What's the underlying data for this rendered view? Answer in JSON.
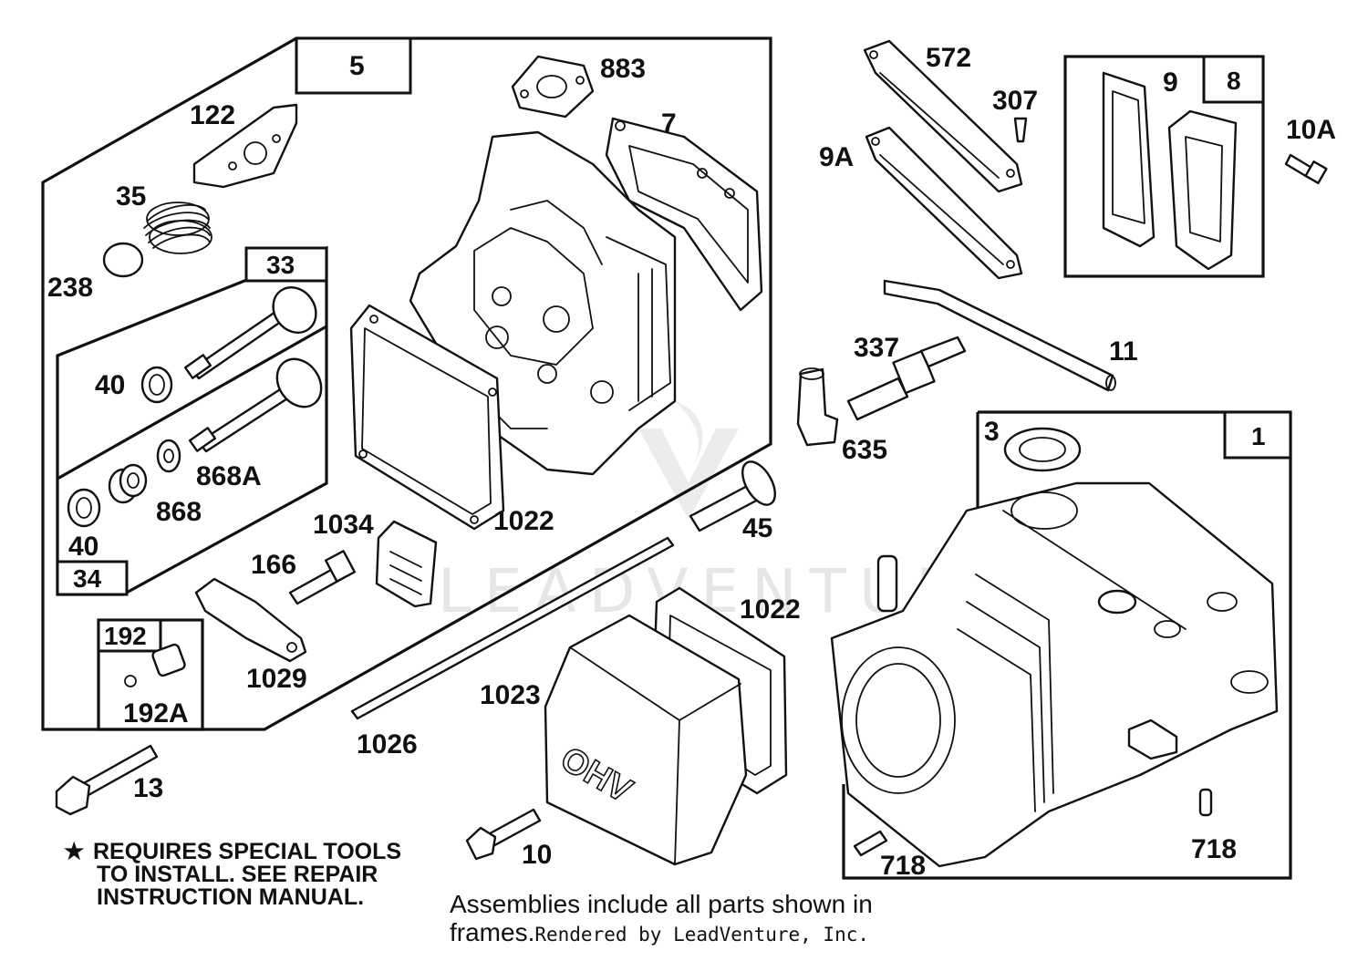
{
  "watermark": {
    "text": "LEADVENTURE"
  },
  "frame_labels": {
    "f5": "5",
    "f33": "33",
    "f34": "34",
    "f192": "192",
    "f8": "8",
    "f1": "1"
  },
  "part_labels": {
    "p883": "883",
    "p7": "7",
    "p572": "572",
    "p307": "307",
    "p9": "9",
    "p10a": "10A",
    "p9a": "9A",
    "p122": "122",
    "p35": "35",
    "p238": "238",
    "p40a": "40",
    "p868a": "868A",
    "p868": "868",
    "p40b": "40",
    "p11": "11",
    "p337": "337",
    "p635": "635",
    "p3": "3",
    "p1022a": "1022",
    "p1034": "1034",
    "p166": "166",
    "p45": "45",
    "p1022b": "1022",
    "p1029": "1029",
    "p192a": "192A",
    "p1023": "1023",
    "p1026": "1026",
    "p13": "13",
    "p10": "10",
    "p718a": "718",
    "p718b": "718"
  },
  "cover_text": "OHV",
  "notes": {
    "star": "★",
    "special_tools_line1": "REQUIRES SPECIAL TOOLS",
    "special_tools_line2": "TO INSTALL.  SEE REPAIR",
    "special_tools_line3": "INSTRUCTION MANUAL.",
    "assemblies": "Assemblies include all parts shown in frames.",
    "rendered_by": "Rendered by LeadVenture, Inc."
  }
}
